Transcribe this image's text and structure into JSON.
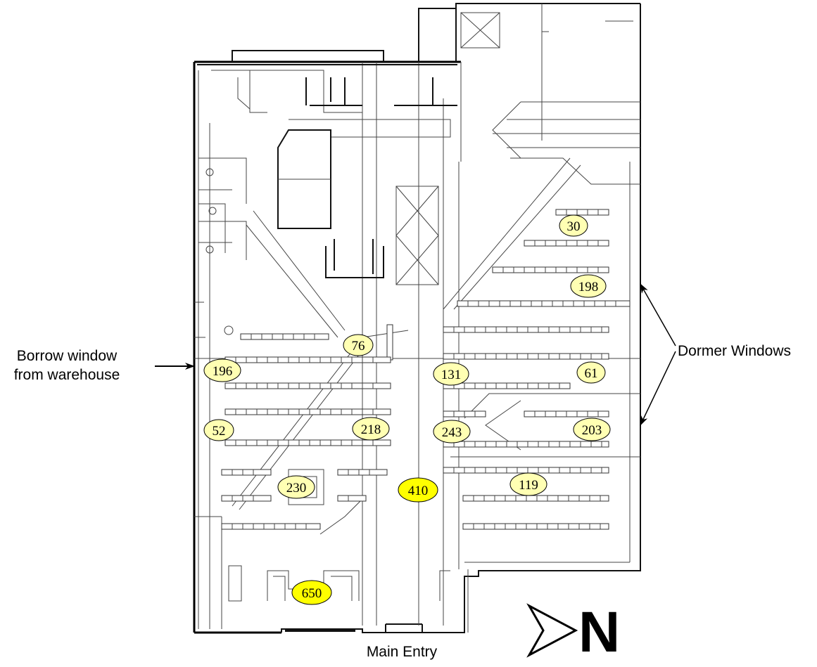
{
  "colors": {
    "badge_light": "#ffffb3",
    "badge_bright": "#ffff00",
    "line": "#000000"
  },
  "annotations": {
    "borrow_line1": "Borrow window",
    "borrow_line2": "from warehouse",
    "dormer": "Dormer Windows",
    "main_entry": "Main Entry",
    "north_letter": "N"
  },
  "badges": [
    {
      "id": "b30",
      "label": "30",
      "tone": "light"
    },
    {
      "id": "b198",
      "label": "198",
      "tone": "light"
    },
    {
      "id": "b76",
      "label": "76",
      "tone": "light"
    },
    {
      "id": "b196",
      "label": "196",
      "tone": "light"
    },
    {
      "id": "b131",
      "label": "131",
      "tone": "light"
    },
    {
      "id": "b61",
      "label": "61",
      "tone": "light"
    },
    {
      "id": "b52",
      "label": "52",
      "tone": "light"
    },
    {
      "id": "b218",
      "label": "218",
      "tone": "light"
    },
    {
      "id": "b243",
      "label": "243",
      "tone": "light"
    },
    {
      "id": "b203",
      "label": "203",
      "tone": "light"
    },
    {
      "id": "b230",
      "label": "230",
      "tone": "light"
    },
    {
      "id": "b410",
      "label": "410",
      "tone": "bright"
    },
    {
      "id": "b119",
      "label": "119",
      "tone": "light"
    },
    {
      "id": "b650",
      "label": "650",
      "tone": "bright"
    }
  ]
}
